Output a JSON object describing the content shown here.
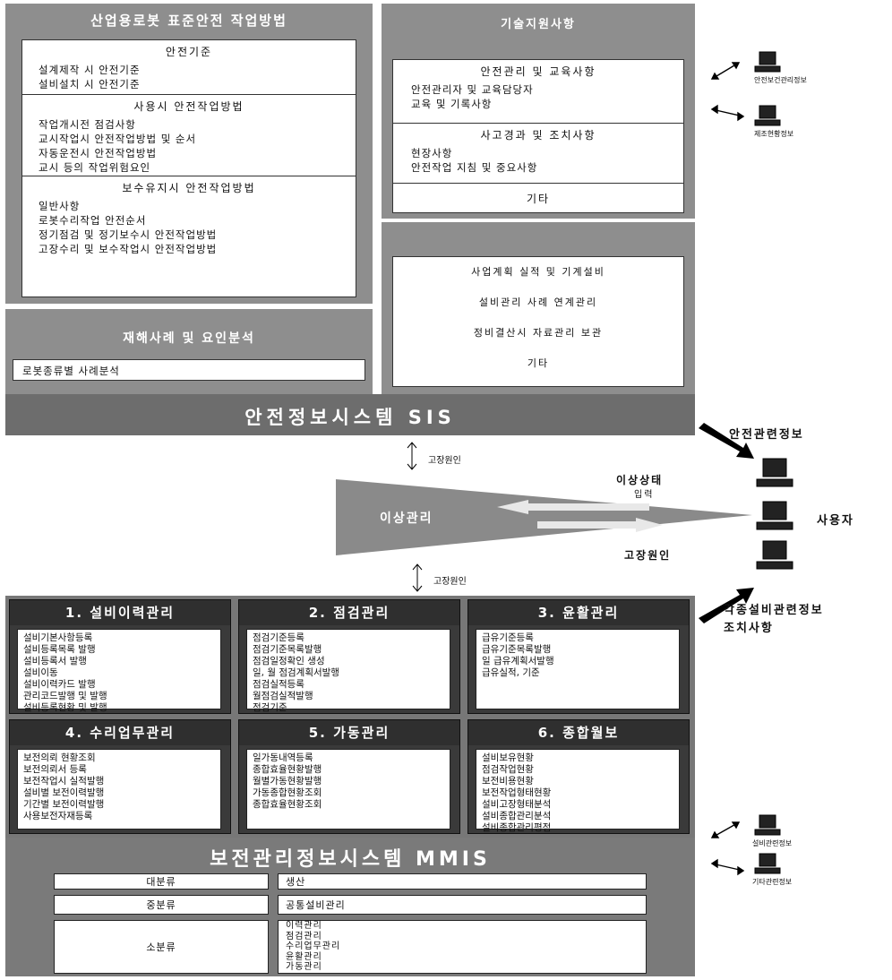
{
  "top_left": {
    "title": "산업용로봇 표준안전 작업방법",
    "sections": [
      {
        "heading": "안전기준",
        "items": [
          "설계제작 시 안전기준",
          "설비설치 시 안전기준"
        ]
      },
      {
        "heading": "사용시 안전작업방법",
        "items": [
          "작업개시전 점검사항",
          "교시작업시 안전작업방법 및 순서",
          "자동운전시 안전작업방법",
          "교시 등의 작업위험요인"
        ]
      },
      {
        "heading": "보수유지시 안전작업방법",
        "items": [
          "일반사항",
          "로봇수리작업 안전순서",
          "정기점검 및 정기보수시 안전작업방법",
          "고장수리 및 보수작업시 안전작업방법"
        ]
      }
    ]
  },
  "top_right": {
    "title": "기술지원사항",
    "sections": [
      {
        "heading": "안전관리 및 교육사항",
        "items": [
          "안전관리자 및 교육담당자",
          "교육 및 기록사항"
        ]
      },
      {
        "heading": "사고경과 및 조치사항",
        "items": [
          "현장사항",
          "안전작업 지침 및 중요사항"
        ]
      },
      {
        "heading": "기타",
        "items": []
      }
    ]
  },
  "case_box": {
    "title": "재해사례 및 요인분석",
    "item": "로봇종류별 사례분석"
  },
  "mid_right": {
    "items": [
      "사업계획 실적 및 기계설비",
      "설비관리 사례 연계관리",
      "정비결산시 자료관리 보관",
      "기타"
    ]
  },
  "safety_system": {
    "title": "안전정보시스템 SIS"
  },
  "arrow_labels": {
    "top": "고장원인",
    "bottom": "고장원인"
  },
  "anomaly": {
    "title": "이상관리",
    "input_label_1": "이상상태",
    "input_label_2": "입력",
    "cause_label": "고장원인"
  },
  "right_side": {
    "safety_info": "안전관련정보",
    "user": "사용자",
    "equipment_info_1": "각종설비관련정보",
    "equipment_info_2": "조치사항",
    "pc_top1": "안전보건관리정보",
    "pc_top2": "제조현황정보",
    "pc_bottom1": "설비관련정보",
    "pc_bottom2": "기타관련정보"
  },
  "modules": [
    {
      "title": "1. 설비이력관리",
      "items": [
        "설비기본사항등록",
        "설비등록목록 발행",
        "설비등록서 발행",
        "설비이동",
        "설비이력카드 발행",
        "관리코드발행 및 발행",
        "설비등록현황 및 발행"
      ]
    },
    {
      "title": "2. 점검관리",
      "items": [
        "점검기준등록",
        "점검기준목록발행",
        "점검일정확인 생성",
        "일, 월 점검계획서발행",
        "점검실적등록",
        "월점검실적발행",
        "점검기준"
      ]
    },
    {
      "title": "3. 윤활관리",
      "items": [
        "급유기준등록",
        "급유기준목록발행",
        "일 급유계획서발행",
        "급유실적, 기준"
      ]
    },
    {
      "title": "4. 수리업무관리",
      "items": [
        "보전의뢰 현황조회",
        "보전의뢰서 등록",
        "보전작업시 실적발행",
        "설비별 보전이력발행",
        "기간별 보전이력발행",
        "사용보전자재등록"
      ]
    },
    {
      "title": "5. 가동관리",
      "items": [
        "일가동내역등록",
        "종합효율현황발행",
        "월별가동현황발행",
        "가동종합현황조회",
        "종합효율현황조회"
      ]
    },
    {
      "title": "6. 종합월보",
      "items": [
        "설비보유현황",
        "점검작업현황",
        "보전비용현황",
        "보전작업형태현황",
        "설비고장형태분석",
        "설비종합관리분석",
        "설비종합관리평점"
      ]
    }
  ],
  "mmis": {
    "title": "보전관리정보시스템 MMIS",
    "rows": [
      {
        "label": "대분류",
        "value": [
          "생산"
        ]
      },
      {
        "label": "중분류",
        "value": [
          "공통설비관리"
        ]
      },
      {
        "label": "소분류",
        "value": [
          "이력관리",
          "점검관리",
          "수리업무관리",
          "윤활관리",
          "가동관리"
        ]
      }
    ]
  }
}
